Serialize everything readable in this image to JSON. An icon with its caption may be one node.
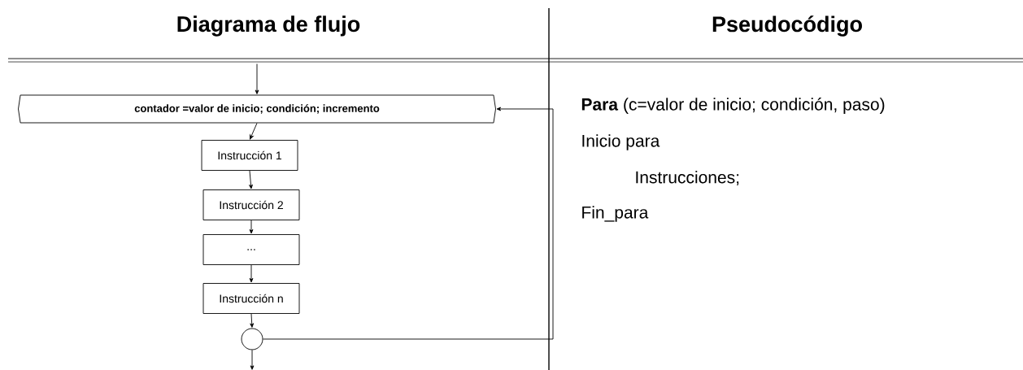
{
  "diagram": {
    "nodes": [
      {
        "text": [
          "contador =valor de inicio; condición; incremento"
        ]
      },
      {
        "text": [
          "Instrucción 1"
        ]
      },
      {
        "text": [
          "Instrucción 2"
        ]
      },
      {
        "text": [
          "..."
        ]
      },
      {
        "text": [
          "Instrucción n"
        ]
      },
      {
        "text": [],
        "shape": "circle"
      }
    ],
    "edges": [
      {
        "from": null,
        "to": 0,
        "arrow": "to"
      },
      {
        "from": 0,
        "to": 1,
        "arrow": "to"
      },
      {
        "from": 1,
        "to": 2,
        "arrow": "to"
      },
      {
        "from": 2,
        "to": 3,
        "arrow": "to"
      },
      {
        "from": 3,
        "to": 4,
        "arrow": "to"
      },
      {
        "from": 4,
        "to": 5,
        "arrow": "to"
      },
      {
        "from": 5,
        "to": null,
        "arrow": "to"
      },
      {
        "from": 5,
        "to": 0,
        "arrow": "to"
      }
    ],
    "labels": [
      "Diagrama de flujo",
      "Pseudocódigo",
      "**Para** (c=valor de inicio; condición, paso)",
      "Inicio para",
      "Instrucciones;",
      "Fin_para"
    ]
  }
}
